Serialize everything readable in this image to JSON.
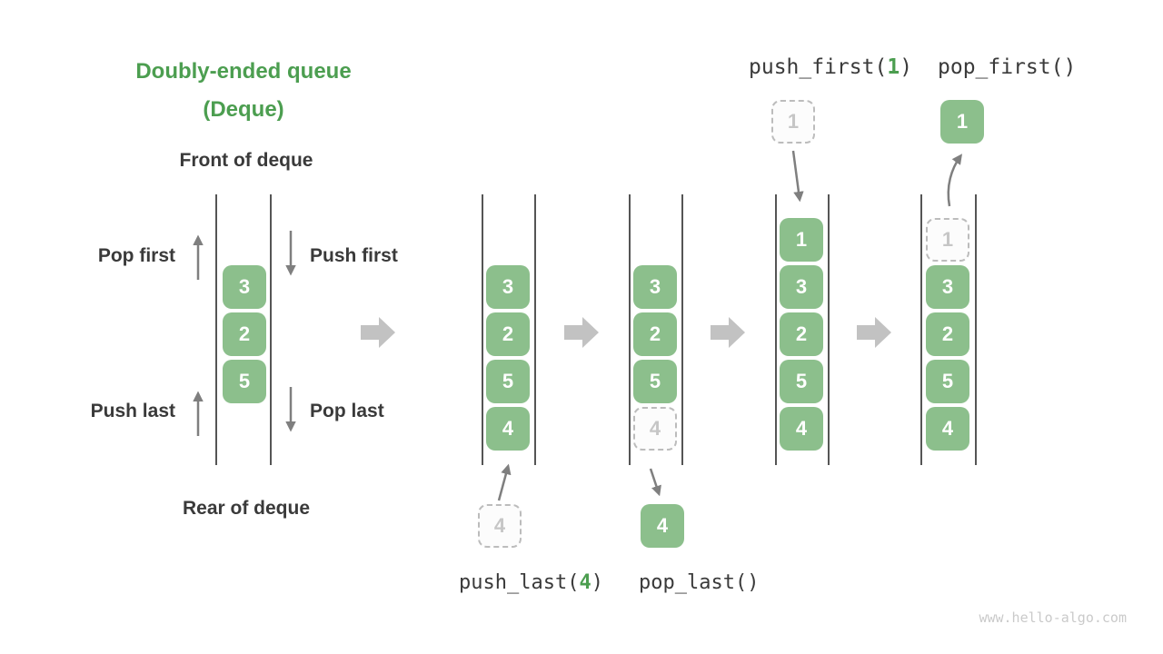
{
  "title": {
    "line1": "Doubly-ended queue",
    "line2": "(Deque)"
  },
  "labels": {
    "front": "Front of deque",
    "rear": "Rear of deque",
    "pop_first": "Pop first",
    "push_first": "Push first",
    "push_last": "Push last",
    "pop_last": "Pop last"
  },
  "code": {
    "push_first": {
      "pre": "push_first(",
      "arg": "1",
      "post": ")"
    },
    "pop_first": "pop_first()",
    "push_last": {
      "pre": "push_last(",
      "arg": "4",
      "post": ")"
    },
    "pop_last": "pop_last()"
  },
  "example_deque": {
    "cells": [
      "3",
      "2",
      "5"
    ]
  },
  "states": {
    "after_push_last": {
      "cells": [
        "3",
        "2",
        "5",
        "4"
      ],
      "ghost_index": null
    },
    "during_pop_last": {
      "cells": [
        "3",
        "2",
        "5",
        "4"
      ],
      "ghost_index": 3
    },
    "after_push_first": {
      "cells": [
        "1",
        "3",
        "2",
        "5",
        "4"
      ],
      "ghost_index": null
    },
    "during_pop_first": {
      "cells": [
        "1",
        "3",
        "2",
        "5",
        "4"
      ],
      "ghost_index": 0
    }
  },
  "floating": {
    "push_last_value": "4",
    "pop_last_value": "4",
    "push_first_value": "1",
    "pop_first_value": "1"
  },
  "watermark": "www.hello-algo.com",
  "colors": {
    "accent_green": "#4c9e50",
    "cell_green": "#8cbf8c",
    "cell_text": "#ffffff",
    "ghost_fill": "#fcfcfc",
    "ghost_border": "#bcbcbc",
    "ghost_text": "#c6c6c6",
    "text_dark": "#3a3a3a",
    "line": "#555555",
    "thin_arrow": "#7f7f7f",
    "block_arrow": "#c2c2c2",
    "watermark": "#cacaca"
  }
}
